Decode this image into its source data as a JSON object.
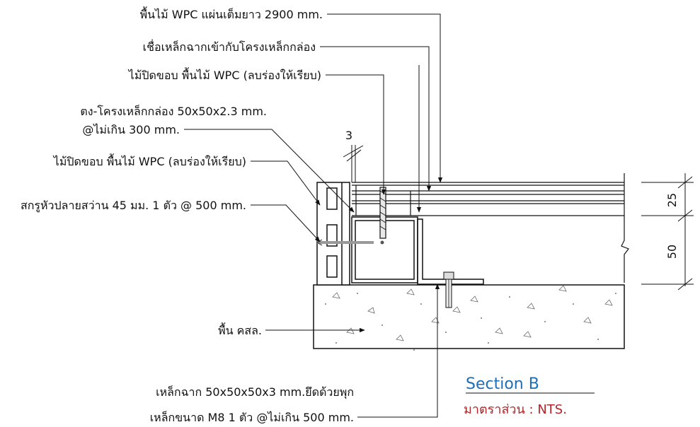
{
  "labels": {
    "wpc_board": "พื้นไม้ WPC แผ่นเต็มยาว 2900 mm.",
    "weld_angle": "เชื่อเหล็กฉากเข้ากับโครงเหล็กกล่อง",
    "trim_top": "ไม้ปิดขอบ พื้นไม้ WPC (ลบร่องให้เรียบ)",
    "steel_box_line1": "ตง-โครงเหล็กกล่อง 50x50x2.3 mm.",
    "steel_box_line2": "@ไม่เกิน 300 mm.",
    "trim_side": "ไม้ปิดขอบ พื้นไม้ WPC (ลบร่องให้เรียบ)",
    "screw": "สกรูหัวปลายสว่าน 45 มม. 1 ตัว  @ 500 mm.",
    "concrete": "พื้น คสล.",
    "angle_line1": "เหล็กฉาก 50x50x50x3 mm.ยึดด้วยพุก",
    "angle_line2": "เหล็กขนาด M8 1 ตัว @ไม่เกิน 500 mm."
  },
  "dimensions": {
    "gap": "3",
    "board_thickness": "25",
    "frame_height": "50"
  },
  "title": "Section B",
  "scale": "มาตราส่วน : NTS.",
  "colors": {
    "line": "#111111",
    "title": "#1f6fb5",
    "scale": "#b0262a",
    "bolt": "#888888"
  }
}
